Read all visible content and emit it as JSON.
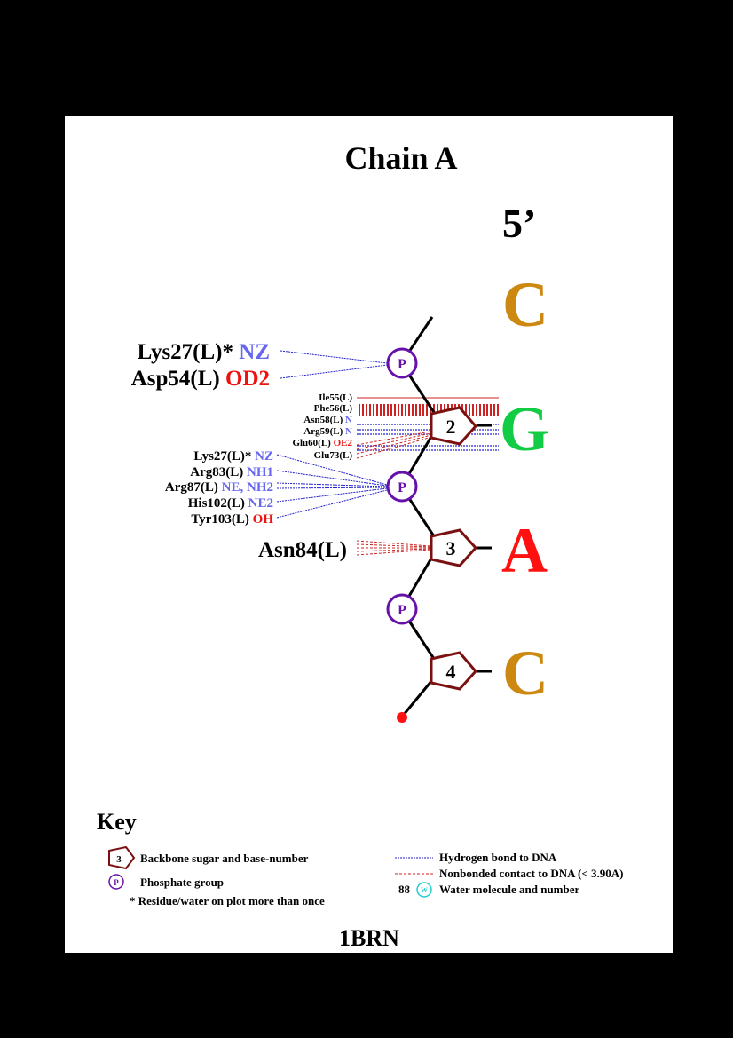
{
  "title": "Chain A",
  "five_prime": "5’",
  "pdb_id": "1BRN",
  "colors": {
    "cytosine": "#cc8811",
    "guanine": "#11cc44",
    "adenine": "#ff1111",
    "phosphate": "#6611aa",
    "sugar": "#7a1010",
    "hbond": "#2222cc",
    "nonbonded": "#cc2222",
    "atom_blue": "#6666ee",
    "atom_red": "#ee1111",
    "water": "#22cccc"
  },
  "bases": [
    {
      "letter": "C",
      "type": "cytosine"
    },
    {
      "number": "2",
      "letter": "G",
      "type": "guanine"
    },
    {
      "number": "3",
      "letter": "A",
      "type": "adenine"
    },
    {
      "number": "4",
      "letter": "C",
      "type": "cytosine"
    }
  ],
  "phosphate_label": "P",
  "contacts": {
    "phosphate_1": [
      {
        "residue": "Lys27(L)*",
        "atom": "NZ",
        "atom_color": "blue",
        "type": "hbond"
      },
      {
        "residue": "Asp54(L)",
        "atom": "OD2",
        "atom_color": "red",
        "type": "hbond"
      }
    ],
    "base_2": [
      {
        "residue": "Ile55(L)",
        "atom": "",
        "type": "nonbonded"
      },
      {
        "residue": "Phe56(L)",
        "atom": "",
        "type": "nonbonded"
      },
      {
        "residue": "Asn58(L)",
        "atom": "N",
        "atom_color": "blue",
        "type": "hbond"
      },
      {
        "residue": "Arg59(L)",
        "atom": "N",
        "atom_color": "blue",
        "type": "hbond"
      },
      {
        "residue": "Glu60(L)",
        "atom": "OE2",
        "atom_color": "red",
        "type": "nonbonded"
      },
      {
        "residue": "Glu73(L)",
        "atom": "",
        "type": "nonbonded"
      }
    ],
    "phosphate_2": [
      {
        "residue": "Lys27(L)*",
        "atom": "NZ",
        "atom_color": "blue",
        "type": "hbond"
      },
      {
        "residue": "Arg83(L)",
        "atom": "NH1",
        "atom_color": "blue",
        "type": "hbond"
      },
      {
        "residue": "Arg87(L)",
        "atom": "NE, NH2",
        "atom_color": "blue",
        "type": "hbond"
      },
      {
        "residue": "His102(L)",
        "atom": "NE2",
        "atom_color": "blue",
        "type": "hbond"
      },
      {
        "residue": "Tyr103(L)",
        "atom": "OH",
        "atom_color": "red",
        "type": "hbond"
      }
    ],
    "base_3": [
      {
        "residue": "Asn84(L)",
        "atom": "",
        "type": "nonbonded"
      }
    ]
  },
  "key": {
    "title": "Key",
    "sugar_sample": "3",
    "sugar_label": "Backbone sugar and base-number",
    "phosphate_sample": "P",
    "phosphate_label": "Phosphate group",
    "repeat_note": "* Residue/water on plot more than once",
    "hbond_label": "Hydrogen bond to DNA",
    "nonbonded_label": "Nonbonded contact to DNA (< 3.90A)",
    "water_number": "88",
    "water_sample": "W",
    "water_label": "Water molecule and number"
  }
}
